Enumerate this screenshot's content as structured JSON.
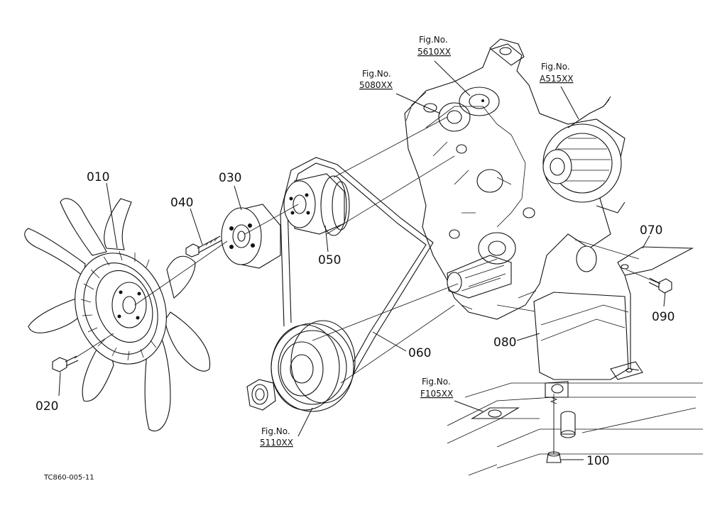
{
  "drawing": {
    "code": "TC860-005-11"
  },
  "part_labels": {
    "p010": "010",
    "p020": "020",
    "p030": "030",
    "p040": "040",
    "p050": "050",
    "p060": "060",
    "p070": "070",
    "p080": "080",
    "p090": "090",
    "p100": "100"
  },
  "figure_refs": {
    "fig_5610": {
      "prefix": "Fig.No.",
      "code": "5610XX"
    },
    "fig_5080": {
      "prefix": "Fig.No.",
      "code": "5080XX"
    },
    "fig_A515": {
      "prefix": "Fig.No.",
      "code": "A515XX"
    },
    "fig_F105": {
      "prefix": "Fig.No.",
      "code": "F105XX"
    },
    "fig_5110": {
      "prefix": "Fig.No.",
      "code": "5110XX"
    }
  },
  "colors": {
    "line": "#111111",
    "background": "#ffffff"
  }
}
